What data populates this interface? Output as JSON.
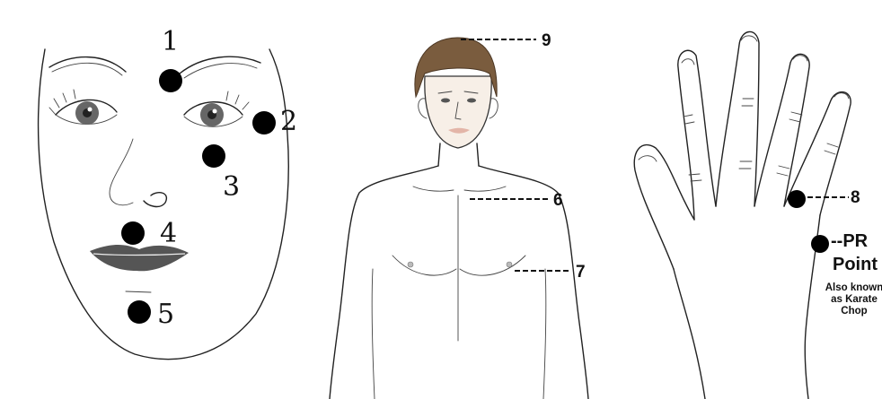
{
  "face_points": [
    {
      "label": "1"
    },
    {
      "label": "2"
    },
    {
      "label": "3"
    },
    {
      "label": "4"
    },
    {
      "label": "5"
    }
  ],
  "body_points": [
    {
      "label": "9"
    },
    {
      "label": "6"
    },
    {
      "label": "7"
    }
  ],
  "hand_points": [
    {
      "label": "8"
    }
  ],
  "pr_point": {
    "prefix": "--PR",
    "title": "Point",
    "note_lines": [
      "Also known",
      "as Karate",
      "Chop"
    ]
  },
  "colors": {
    "marker": "#000000",
    "hair": "#7a5c3e",
    "skin": "#f6efe8"
  }
}
